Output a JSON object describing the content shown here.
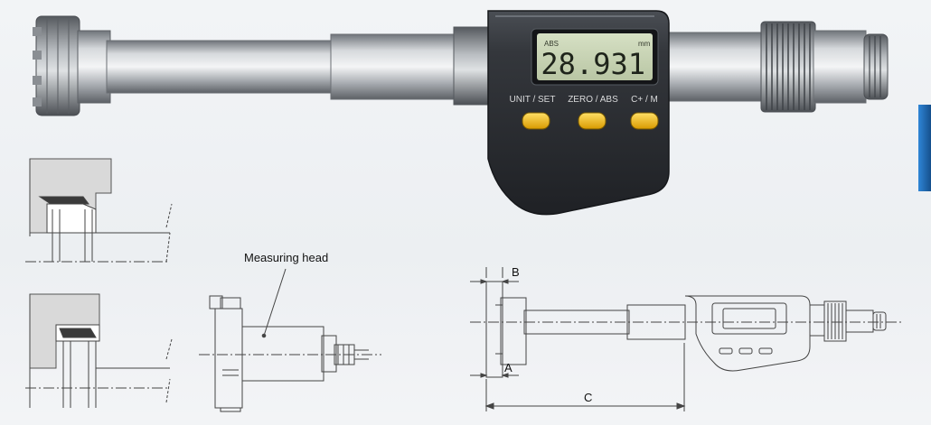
{
  "display": {
    "reading": "28.931",
    "mode_indicator": "ABS",
    "unit_indicator": "mm"
  },
  "buttons": {
    "unit_set": "UNIT / SET",
    "zero_abs": "ZERO / ABS",
    "hold_mode": "C+ / M"
  },
  "callouts": {
    "measuring_head": "Measuring head"
  },
  "dimensions": {
    "a": "A",
    "b": "B",
    "c": "C"
  },
  "colors": {
    "lcd": "#c8d4b4",
    "body": "#2e3136",
    "button": "#f2bf14",
    "accent_tab": "#1d6db8"
  }
}
